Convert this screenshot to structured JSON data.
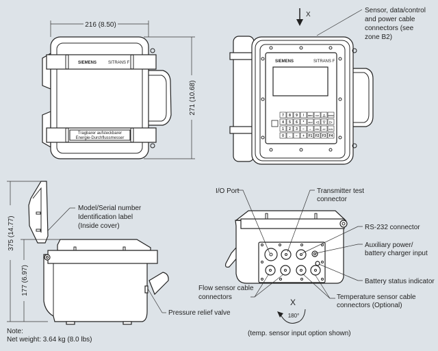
{
  "colors": {
    "background": "#dde3e8",
    "line": "#222222",
    "fill": "#ffffff"
  },
  "front_closed": {
    "width_dim": "216 (8.50)",
    "height_dim": "271 (10.68)",
    "brand": "SIEMENS",
    "product": "SITRANS F",
    "label_lines": [
      "Tragbarer aufsteckbarer",
      "Energie-Durchflussmesser"
    ]
  },
  "front_open": {
    "view_marker": "X",
    "brand": "SIEMENS",
    "product": "SITRANS F",
    "callout_lines": [
      "Sensor, data/control",
      "and power cable",
      "connectors (see",
      "zone B2)"
    ],
    "keypad": [
      [
        "7",
        "8",
        "9",
        "/",
        "MENU",
        "CLR",
        "△",
        "ENTER"
      ],
      [
        "4",
        "5",
        "6",
        "*",
        "HELP",
        "◁",
        "▽",
        "▷"
      ],
      [
        "1",
        "2",
        "3",
        "−",
        "+/-",
        "CTRL",
        "ALT",
        "DATA"
      ],
      [
        "0",
        ".",
        "−",
        "+",
        "F1",
        "F2",
        "F3",
        "F4"
      ]
    ]
  },
  "side_view": {
    "total_height_dim": "375 (14.77)",
    "body_height_dim": "177 (6.97)",
    "id_label_lines": [
      "Model/Serial number",
      "Identification label",
      "(Inside cover)"
    ],
    "valve_label": "Pressure relief valve",
    "note_title": "Note:",
    "note_text": "Net weight: 3.64 kg (8.0 lbs)"
  },
  "rear_view": {
    "io_port": "I/O Port",
    "test_connector_lines": [
      "Transmitter test",
      "connector"
    ],
    "rs232": "RS-232 connector",
    "aux_power_lines": [
      "Auxiliary power/",
      "battery charger input"
    ],
    "battery_status": "Battery status indicator",
    "flow_sensor_lines": [
      "Flow sensor cable",
      "connectors"
    ],
    "temp_sensor_lines": [
      "Temperature sensor cable",
      "connectors (Optional)"
    ],
    "view_marker": "X",
    "rotation": "180°",
    "caption": "(temp. sensor input option shown)"
  }
}
